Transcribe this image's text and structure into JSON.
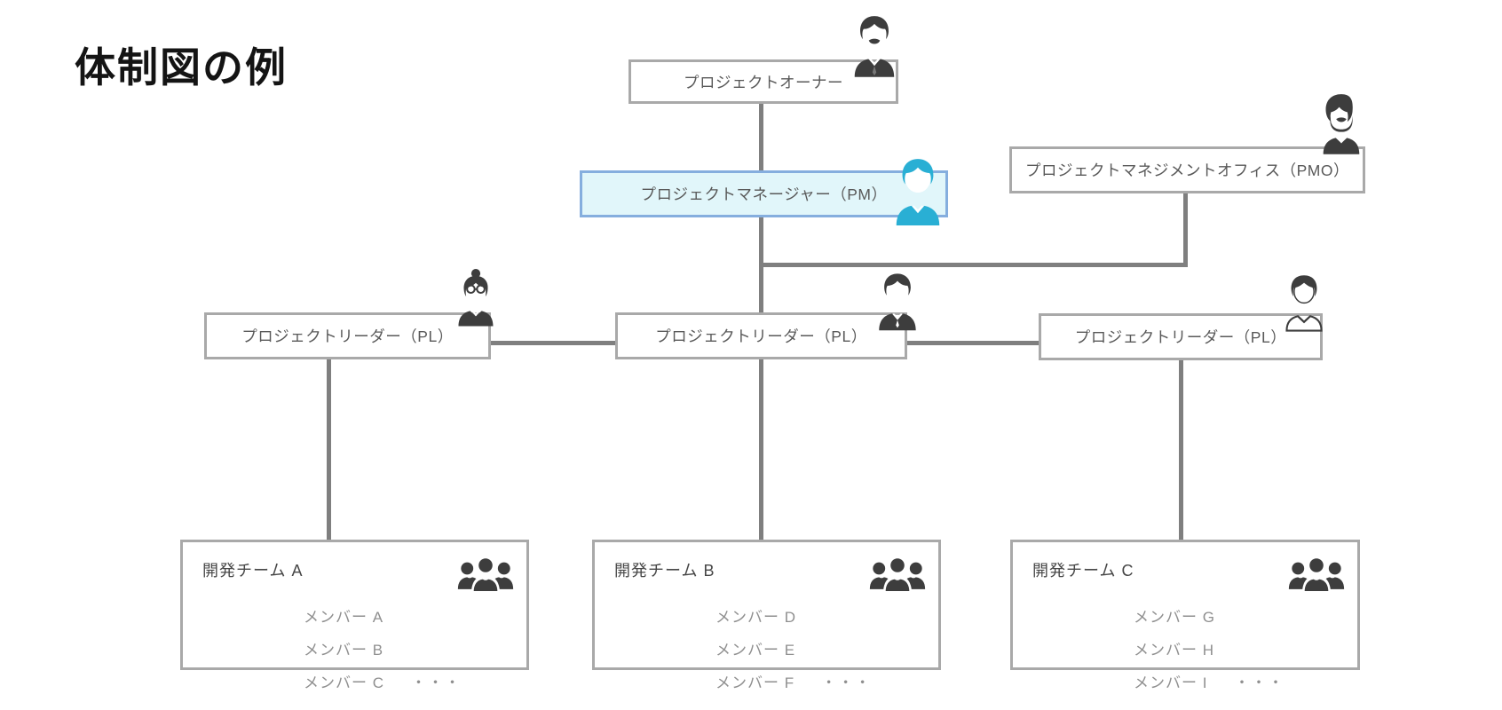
{
  "title": "体制図の例",
  "colors": {
    "box_border": "#a9a9a9",
    "box_text": "#595959",
    "line": "#7f7f7f",
    "pm_border": "#85aede",
    "pm_fill": "#e1f6fa",
    "pm_icon": "#29afd4",
    "icon_dark": "#3d3d3d",
    "member_text": "#8f8f8f",
    "team_title": "#474747",
    "title_color": "#141414"
  },
  "nodes": {
    "owner": {
      "label": "プロジェクトオーナー",
      "icon": "man-mustache-icon"
    },
    "pm": {
      "label": "プロジェクトマネージャー（PM）",
      "icon": "pm-person-icon"
    },
    "pmo": {
      "label": "プロジェクトマネジメントオフィス（PMO）",
      "icon": "bearded-man-icon"
    },
    "pl_left": {
      "label": "プロジェクトリーダー（PL）",
      "icon": "woman-glasses-icon"
    },
    "pl_center": {
      "label": "プロジェクトリーダー（PL）",
      "icon": "young-man-icon"
    },
    "pl_right": {
      "label": "プロジェクトリーダー（PL）",
      "icon": "casual-man-icon"
    }
  },
  "teams": [
    {
      "name": "開発チーム A",
      "members": [
        "メンバー A",
        "メンバー B",
        "メンバー C"
      ],
      "more": "・・・",
      "icon": "team-group-icon"
    },
    {
      "name": "開発チーム B",
      "members": [
        "メンバー D",
        "メンバー E",
        "メンバー F"
      ],
      "more": "・・・",
      "icon": "team-group-icon"
    },
    {
      "name": "開発チーム C",
      "members": [
        "メンバー G",
        "メンバー H",
        "メンバー I"
      ],
      "more": "・・・",
      "icon": "team-group-icon"
    }
  ]
}
